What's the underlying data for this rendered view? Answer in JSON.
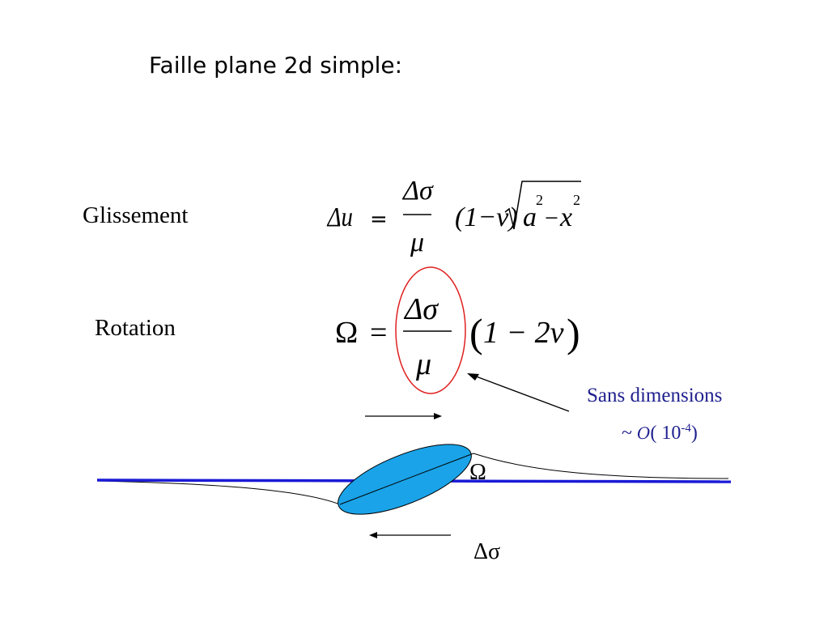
{
  "title": "Faille plane 2d simple:",
  "glissement": {
    "label": "Glissement",
    "lhs": "Δu",
    "equals": "=",
    "numerator": "Δσ",
    "denominator": "μ",
    "factor": "(1−ν)",
    "sqrt_a": "a",
    "sqrt_a_exp": "2",
    "sqrt_minus": "−",
    "sqrt_x": "x",
    "sqrt_x_exp": "2"
  },
  "rotation": {
    "label": "Rotation",
    "lhs": "Ω",
    "equals": "=",
    "numerator": "Δσ",
    "denominator": "μ",
    "factor_open": "(",
    "factor_body": "1 − 2ν",
    "factor_close": ")"
  },
  "annotation": {
    "line1": "Sans  dimensions",
    "line2_prefix": "~ ",
    "line2_symbol": "O",
    "line2_mid": "( 10",
    "line2_exp": "-4",
    "line2_suffix": ")"
  },
  "diagram": {
    "omega_label": "Ω",
    "delta_sigma_label": "Δσ"
  },
  "colors": {
    "fault_line": "#1a1ad6",
    "ellipse_fill": "#1aa3e8",
    "circle_stroke": "#e02020",
    "annotation_text": "#1f1f8f"
  }
}
